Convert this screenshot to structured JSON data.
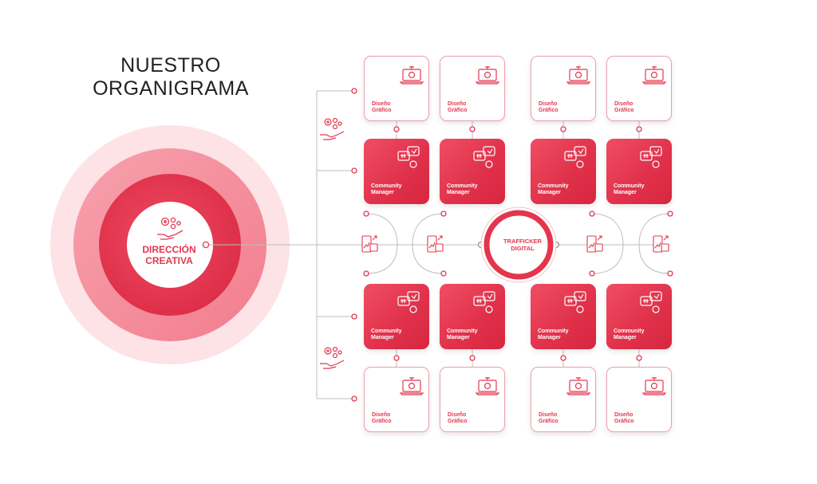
{
  "title": {
    "line1": "NUESTRO",
    "line2": "ORGANIGRAMA"
  },
  "center": {
    "line1": "DIRECCIÓN",
    "line2": "CREATIVA"
  },
  "trafficker": {
    "line1": "TRAFFICKER",
    "line2": "DIGITAL"
  },
  "roles": {
    "designer": {
      "line1": "Diseño",
      "line2": "Gráfico"
    },
    "community": {
      "line1": "Community",
      "line2": "Manager"
    }
  },
  "colors": {
    "primary": "#e2384f",
    "ring_outer": "#fcdade",
    "ring_2": "#f58a99",
    "ring_3": "#e9475d",
    "line": "#b9b9b9"
  },
  "icons": {
    "designer": "laptop-design-icon",
    "community": "social-chat-icon",
    "trafficker": "phone-analytics-icon",
    "team": "hand-gears-icon"
  }
}
